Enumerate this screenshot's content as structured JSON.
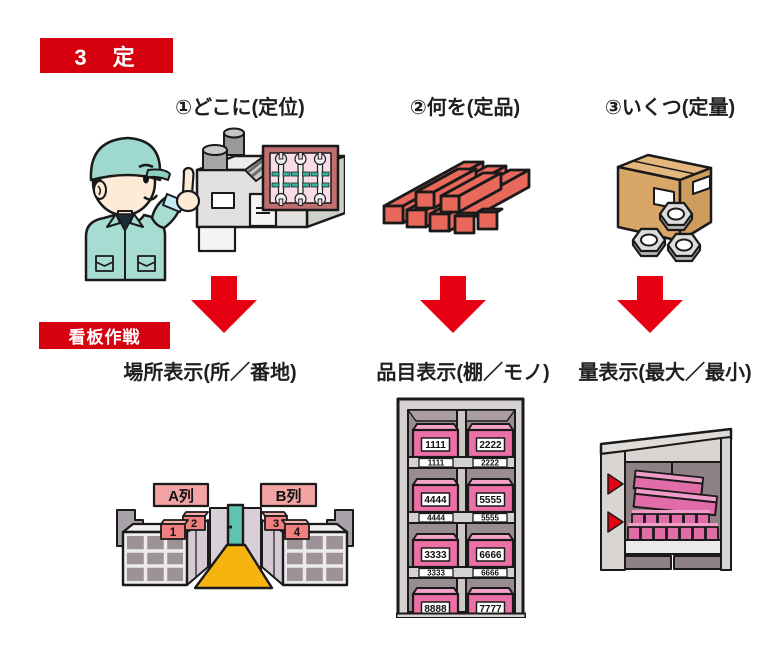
{
  "badges": {
    "santei": "3 定",
    "kanban": "看板作戦"
  },
  "columns": [
    {
      "header": "①どこに(定位)",
      "result_label": "場所表示(所／番地)",
      "illustration": "worker-pointing-at-tool-station"
    },
    {
      "header": "②何を(定品)",
      "result_label": "品目表示(棚／モノ)",
      "illustration": "stacked-material-bars"
    },
    {
      "header": "③いくつ(定量)",
      "result_label": "量表示(最大／最小)",
      "illustration": "parts-box-with-nuts"
    }
  ],
  "aisle": {
    "sign_left": "A列",
    "sign_right": "B列",
    "tags": [
      "1",
      "2",
      "3",
      "4"
    ]
  },
  "shelf": {
    "rows": [
      {
        "left": "1111",
        "right": "2222"
      },
      {
        "left": "4444",
        "right": "5555"
      },
      {
        "left": "3333",
        "right": "6666"
      },
      {
        "left": "8888",
        "right": "7777"
      }
    ]
  },
  "colors": {
    "badge_red": "#D7000F",
    "arrow_red": "#E60012",
    "bar_salmon": "#E8695C",
    "pink_box": "#EC6FA6",
    "sign_pink": "#F2A3A3",
    "uniform_mint": "#A7DCD2",
    "door_teal": "#5EC4AE",
    "box_tan": "#D9A868",
    "path_yellow": "#F6B40F"
  }
}
